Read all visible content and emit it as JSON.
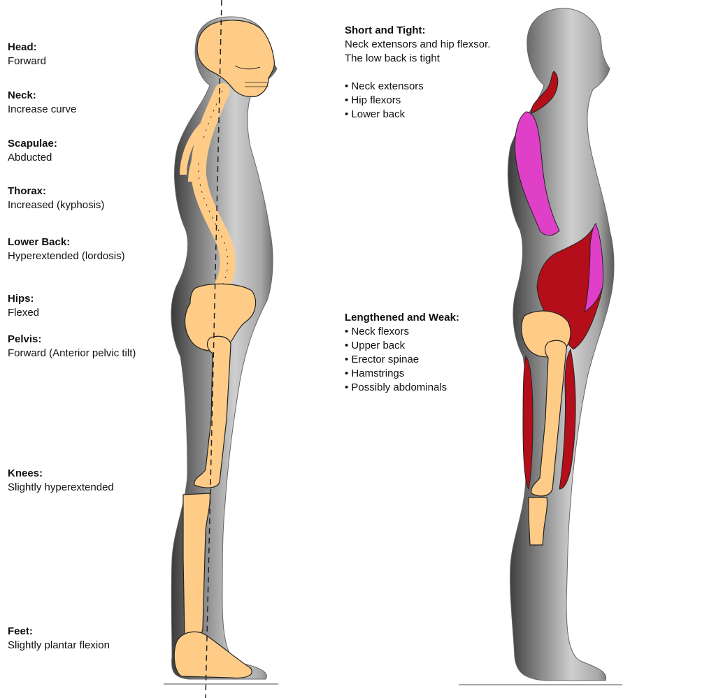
{
  "left_labels": [
    {
      "title": "Head:",
      "value": "Forward"
    },
    {
      "title": "Neck:",
      "value": "Increase curve"
    },
    {
      "title": "Scapulae:",
      "value": "Abducted"
    },
    {
      "title": "Thorax:",
      "value": "Increased (kyphosis)"
    },
    {
      "title": "Lower Back:",
      "value": "Hyperextended (lordosis)"
    },
    {
      "title": "Hips:",
      "value": "Flexed"
    },
    {
      "title": "Pelvis:",
      "value": "Forward (Anterior pelvic tilt)"
    },
    {
      "title": "Knees:",
      "value": "Slightly hyperextended"
    },
    {
      "title": "Feet:",
      "value": "Slightly plantar flexion"
    }
  ],
  "short_tight": {
    "title": "Short and Tight:",
    "desc": [
      "Neck extensors and hip flexsor.",
      "The low back is tight"
    ],
    "items": [
      "• Neck extensors",
      "• Hip flexors",
      "• Lower back"
    ]
  },
  "lengthened_weak": {
    "title": "Lengthened and Weak:",
    "items": [
      "• Neck flexors",
      "• Upper back",
      "• Erector spinae",
      "• Hamstrings",
      "• Possibly abdominals"
    ]
  },
  "colors": {
    "bone": "#ffcc88",
    "bone_outline": "#222222",
    "muscle_dark": "#b30e1a",
    "muscle_magenta": "#e040c8",
    "body_gray": "#9a9a9a"
  }
}
